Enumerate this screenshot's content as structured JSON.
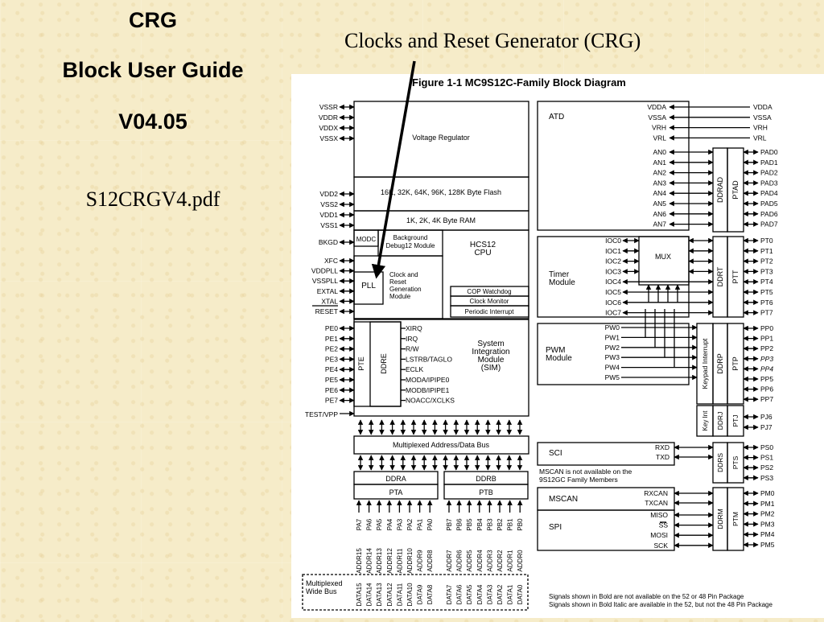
{
  "side_titles": {
    "crg": "CRG",
    "guide": "Block User Guide",
    "version": "V04.05",
    "filename": "S12CRGV4.pdf"
  },
  "callout": "Clocks and Reset Generator (CRG)",
  "figure_title": "Figure 1-1  MC9S12C-Family Block Diagram",
  "blocks": {
    "voltage_regulator": "Voltage Regulator",
    "flash": "16K, 32K, 64K, 96K, 128K Byte Flash",
    "ram": "1K, 2K, 4K Byte RAM",
    "modc": "MODC",
    "bdm_lines": [
      "Background",
      "Debug12 Module"
    ],
    "cpu_lines": [
      "HCS12",
      "CPU"
    ],
    "pll": "PLL",
    "crg_lines": [
      "Clock and",
      "Reset",
      "Generation",
      "Module"
    ],
    "cop": "COP Watchdog",
    "clock_monitor": "Clock Monitor",
    "periodic_interrupt": "Periodic Interrupt",
    "pte": "PTE",
    "ddre": "DDRE",
    "sim_signals": [
      "XIRQ",
      "IRQ",
      "R/W",
      "LSTRB/TAGLO",
      "ECLK",
      "MODA/IPIPE0",
      "MODB/IPIPE1",
      "NOACC/XCLKS"
    ],
    "sim_lines": [
      "System",
      "Integration",
      "Module",
      "(SIM)"
    ],
    "mux_bus": "Multiplexed Address/Data Bus",
    "ddra": "DDRA",
    "pta": "PTA",
    "ddrb": "DDRB",
    "ptb": "PTB",
    "atd": "ATD",
    "timer_lines": [
      "Timer",
      "Module"
    ],
    "mux": "MUX",
    "pwm_lines": [
      "PWM",
      "Module"
    ],
    "sci": "SCI",
    "mscan": "MSCAN",
    "spi": "SPI",
    "mscan_note": [
      "MSCAN is not available on the",
      "9S12GC Family Members"
    ],
    "ddrad": "DDRAD",
    "ptad": "PTAD",
    "ddrt": "DDRT",
    "ptt": "PTT",
    "ddrp": "DDRP",
    "ptp": "PTP",
    "keypad": "Keypad Interrupt",
    "keyint": "Key Int",
    "ddrj": "DDRJ",
    "ptj": "PTJ",
    "ddrs": "DDRS",
    "pts": "PTS",
    "ddrm": "DDRM",
    "ptm": "PTM",
    "mwb_lines": [
      "Multiplexed",
      "Wide Bus"
    ]
  },
  "left_pins": {
    "power_top": [
      "VSSR",
      "VDDR",
      "VDDX",
      "VSSX"
    ],
    "power_mid": [
      "VDD2",
      "VSS2",
      "VDD1",
      "VSS1"
    ],
    "bkgd": "BKGD",
    "clock": [
      "XFC",
      "VDDPLL",
      "VSSPLL",
      "EXTAL",
      "XTAL",
      "RESET"
    ],
    "pe": [
      "PE0",
      "PE1",
      "PE2",
      "PE3",
      "PE4",
      "PE5",
      "PE6",
      "PE7"
    ],
    "test": "TEST/VPP"
  },
  "atd_inner": [
    "VDDA",
    "VSSA",
    "VRH",
    "VRL"
  ],
  "atd_outer": [
    "VDDA",
    "VSSA",
    "VRH",
    "VRL"
  ],
  "an": [
    "AN0",
    "AN1",
    "AN2",
    "AN3",
    "AN4",
    "AN5",
    "AN6",
    "AN7"
  ],
  "pad": [
    "PAD0",
    "PAD1",
    "PAD2",
    "PAD3",
    "PAD4",
    "PAD5",
    "PAD6",
    "PAD7"
  ],
  "ioc": [
    "IOC0",
    "IOC1",
    "IOC2",
    "IOC3",
    "IOC4",
    "IOC5",
    "IOC6",
    "IOC7"
  ],
  "pt": [
    "PT0",
    "PT1",
    "PT2",
    "PT3",
    "PT4",
    "PT5",
    "PT6",
    "PT7"
  ],
  "pw": [
    "PW0",
    "PW1",
    "PW2",
    "PW3",
    "PW4",
    "PW5"
  ],
  "pp": [
    "PP0",
    "PP1",
    "PP2",
    "PP3",
    "PP4",
    "PP5",
    "PP6",
    "PP7"
  ],
  "pj": [
    "PJ6",
    "PJ7"
  ],
  "sci_sig": [
    "RXD",
    "TXD"
  ],
  "ps": [
    "PS0",
    "PS1",
    "PS2",
    "PS3"
  ],
  "mscan_sig": [
    "RXCAN",
    "TXCAN"
  ],
  "spi_sig": [
    "MISO",
    "SS",
    "MOSI",
    "SCK"
  ],
  "pm": [
    "PM0",
    "PM1",
    "PM2",
    "PM3",
    "PM4",
    "PM5"
  ],
  "pa_pins": [
    "PA7",
    "PA6",
    "PA5",
    "PA4",
    "PA3",
    "PA2",
    "PA1",
    "PA0"
  ],
  "pb_pins": [
    "PB7",
    "PB6",
    "PB5",
    "PB4",
    "PB3",
    "PB2",
    "PB1",
    "PB0"
  ],
  "addr_a": [
    "ADDR15",
    "ADDR14",
    "ADDR13",
    "ADDR12",
    "ADDR11",
    "ADDR10",
    "ADDR9",
    "ADDR8"
  ],
  "addr_b": [
    "ADDR7",
    "ADDR6",
    "ADDR5",
    "ADDR4",
    "ADDR3",
    "ADDR2",
    "ADDR1",
    "ADDR0"
  ],
  "data_a": [
    "DATA15",
    "DATA14",
    "DATA13",
    "DATA12",
    "DATA11",
    "DATA10",
    "DATA9",
    "DATA8"
  ],
  "data_b": [
    "DATA7",
    "DATA6",
    "DATA5",
    "DATA4",
    "DATA3",
    "DATA2",
    "DATA1",
    "DATA0"
  ],
  "footnotes": [
    "Signals shown in Bold are not available on the 52 or 48 Pin Package",
    "Signals shown in Bold Italic are available in the 52, but not the 48 Pin Package"
  ]
}
